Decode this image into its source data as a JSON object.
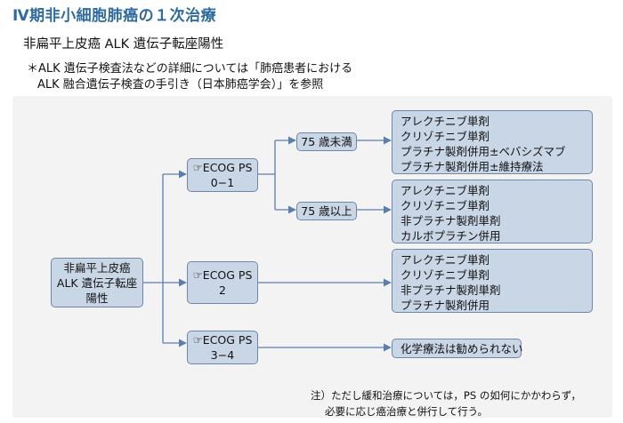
{
  "title": "Ⅳ期非小細胞肺癌の１次治療",
  "subtitle": "非扁平上皮癌 ALK 遺伝子転座陽性",
  "note": {
    "line1": "＊ALK 遺伝子検査法などの詳細については「肺癌患者における",
    "line2": "ALK 融合遺伝子検査の手引き（日本肺癌学会）」を参照"
  },
  "root": {
    "lines": [
      "非扁平上皮癌",
      "ALK 遺伝子転座",
      "陽性"
    ]
  },
  "ps_nodes": [
    {
      "lines": [
        "☞ECOG PS",
        "0−1"
      ]
    },
    {
      "lines": [
        "☞ECOG PS",
        "2"
      ]
    },
    {
      "lines": [
        "☞ECOG PS",
        "3−4"
      ]
    }
  ],
  "age_nodes": [
    {
      "label": "75 歳未満"
    },
    {
      "label": "75 歳以上"
    }
  ],
  "treatments": [
    {
      "lines": [
        "アレクチニブ単剤",
        "クリゾチニブ単剤",
        "プラチナ製剤併用±ベバシズマブ",
        "プラチナ製剤併用±維持療法"
      ]
    },
    {
      "lines": [
        "アレクチニブ単剤",
        "クリゾチニブ単剤",
        "非プラチナ製剤単剤",
        "カルボプラチン併用"
      ]
    },
    {
      "lines": [
        "アレクチニブ単剤",
        "クリゾチニブ単剤",
        "非プラチナ製剤単剤",
        "プラチナ製剤併用"
      ]
    },
    {
      "lines": [
        "化学療法は勧められない"
      ]
    }
  ],
  "footnote": {
    "line1": "注）ただし緩和治療については，PS の如何にかかわらず，",
    "line2": "必要に応じ癌治療と併行して行う。"
  },
  "colors": {
    "title": "#2f6b9e",
    "box_fill": "#c9d6e6",
    "box_border": "#6f87a7",
    "arrow": "#5b7fad",
    "panel": "#f3f3f3"
  }
}
